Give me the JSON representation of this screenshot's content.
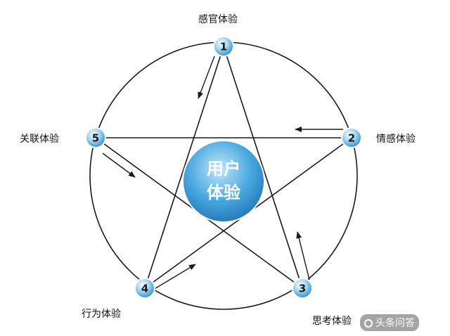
{
  "diagram": {
    "center": {
      "line1": "用户",
      "line2": "体验"
    },
    "nodes": [
      {
        "id": "1",
        "label": "感官体验"
      },
      {
        "id": "2",
        "label": "情感体验"
      },
      {
        "id": "3",
        "label": "思考体验"
      },
      {
        "id": "4",
        "label": "行为体验"
      },
      {
        "id": "5",
        "label": "关联体验"
      }
    ]
  },
  "watermark": "头条问答",
  "colors": {
    "line": "#1a1a1a",
    "node_fill": "#7cc2ea",
    "node_stroke": "#ffffff",
    "center_fill": "#3f9fd6",
    "center_text": "#ffffff"
  }
}
